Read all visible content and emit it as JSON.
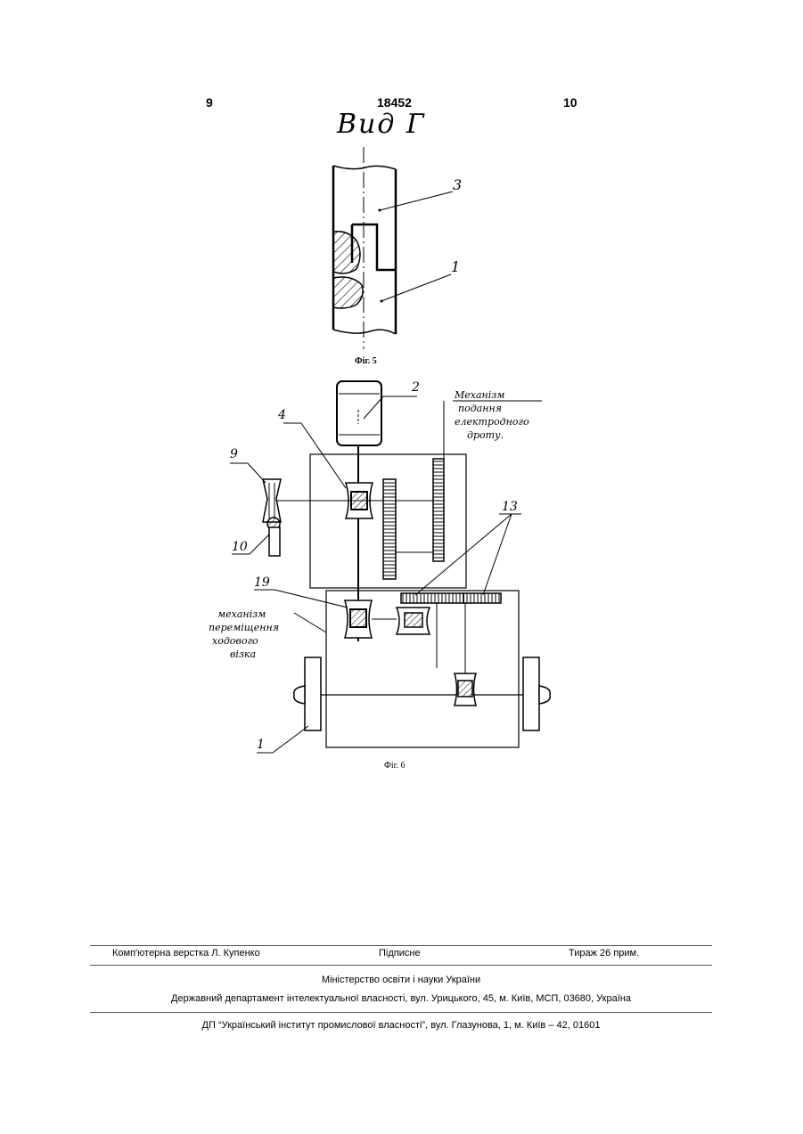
{
  "header": {
    "page_left": "9",
    "patent_number": "18452",
    "page_right": "10"
  },
  "fig5": {
    "view_label": "Вид Г",
    "labels": [
      "3",
      "1"
    ],
    "caption": "Фіг. 5"
  },
  "fig6": {
    "labels": {
      "n2": "2",
      "n4": "4",
      "n9": "9",
      "n10": "10",
      "n19": "19",
      "n13": "13",
      "n1": "1"
    },
    "feed_mechanism": [
      "Механізм",
      "подання",
      "електродного",
      "дроту."
    ],
    "travel_mechanism": [
      "механізм",
      "переміщення",
      "ходового",
      "візка"
    ],
    "caption": "Фіг. 6"
  },
  "footer": {
    "layout": "Комп'ютерна верстка Л. Купенко",
    "signed": "Підписне",
    "circulation": "Тираж 26 прим.",
    "ministry": "Міністерство освіти і науки України",
    "department": "Державний департамент інтелектуальної власності, вул. Урицького, 45, м. Київ, МСП, 03680, Україна",
    "institute": "ДП “Український інститут промислової власності”, вул. Глазунова, 1, м. Київ – 42, 01601"
  }
}
